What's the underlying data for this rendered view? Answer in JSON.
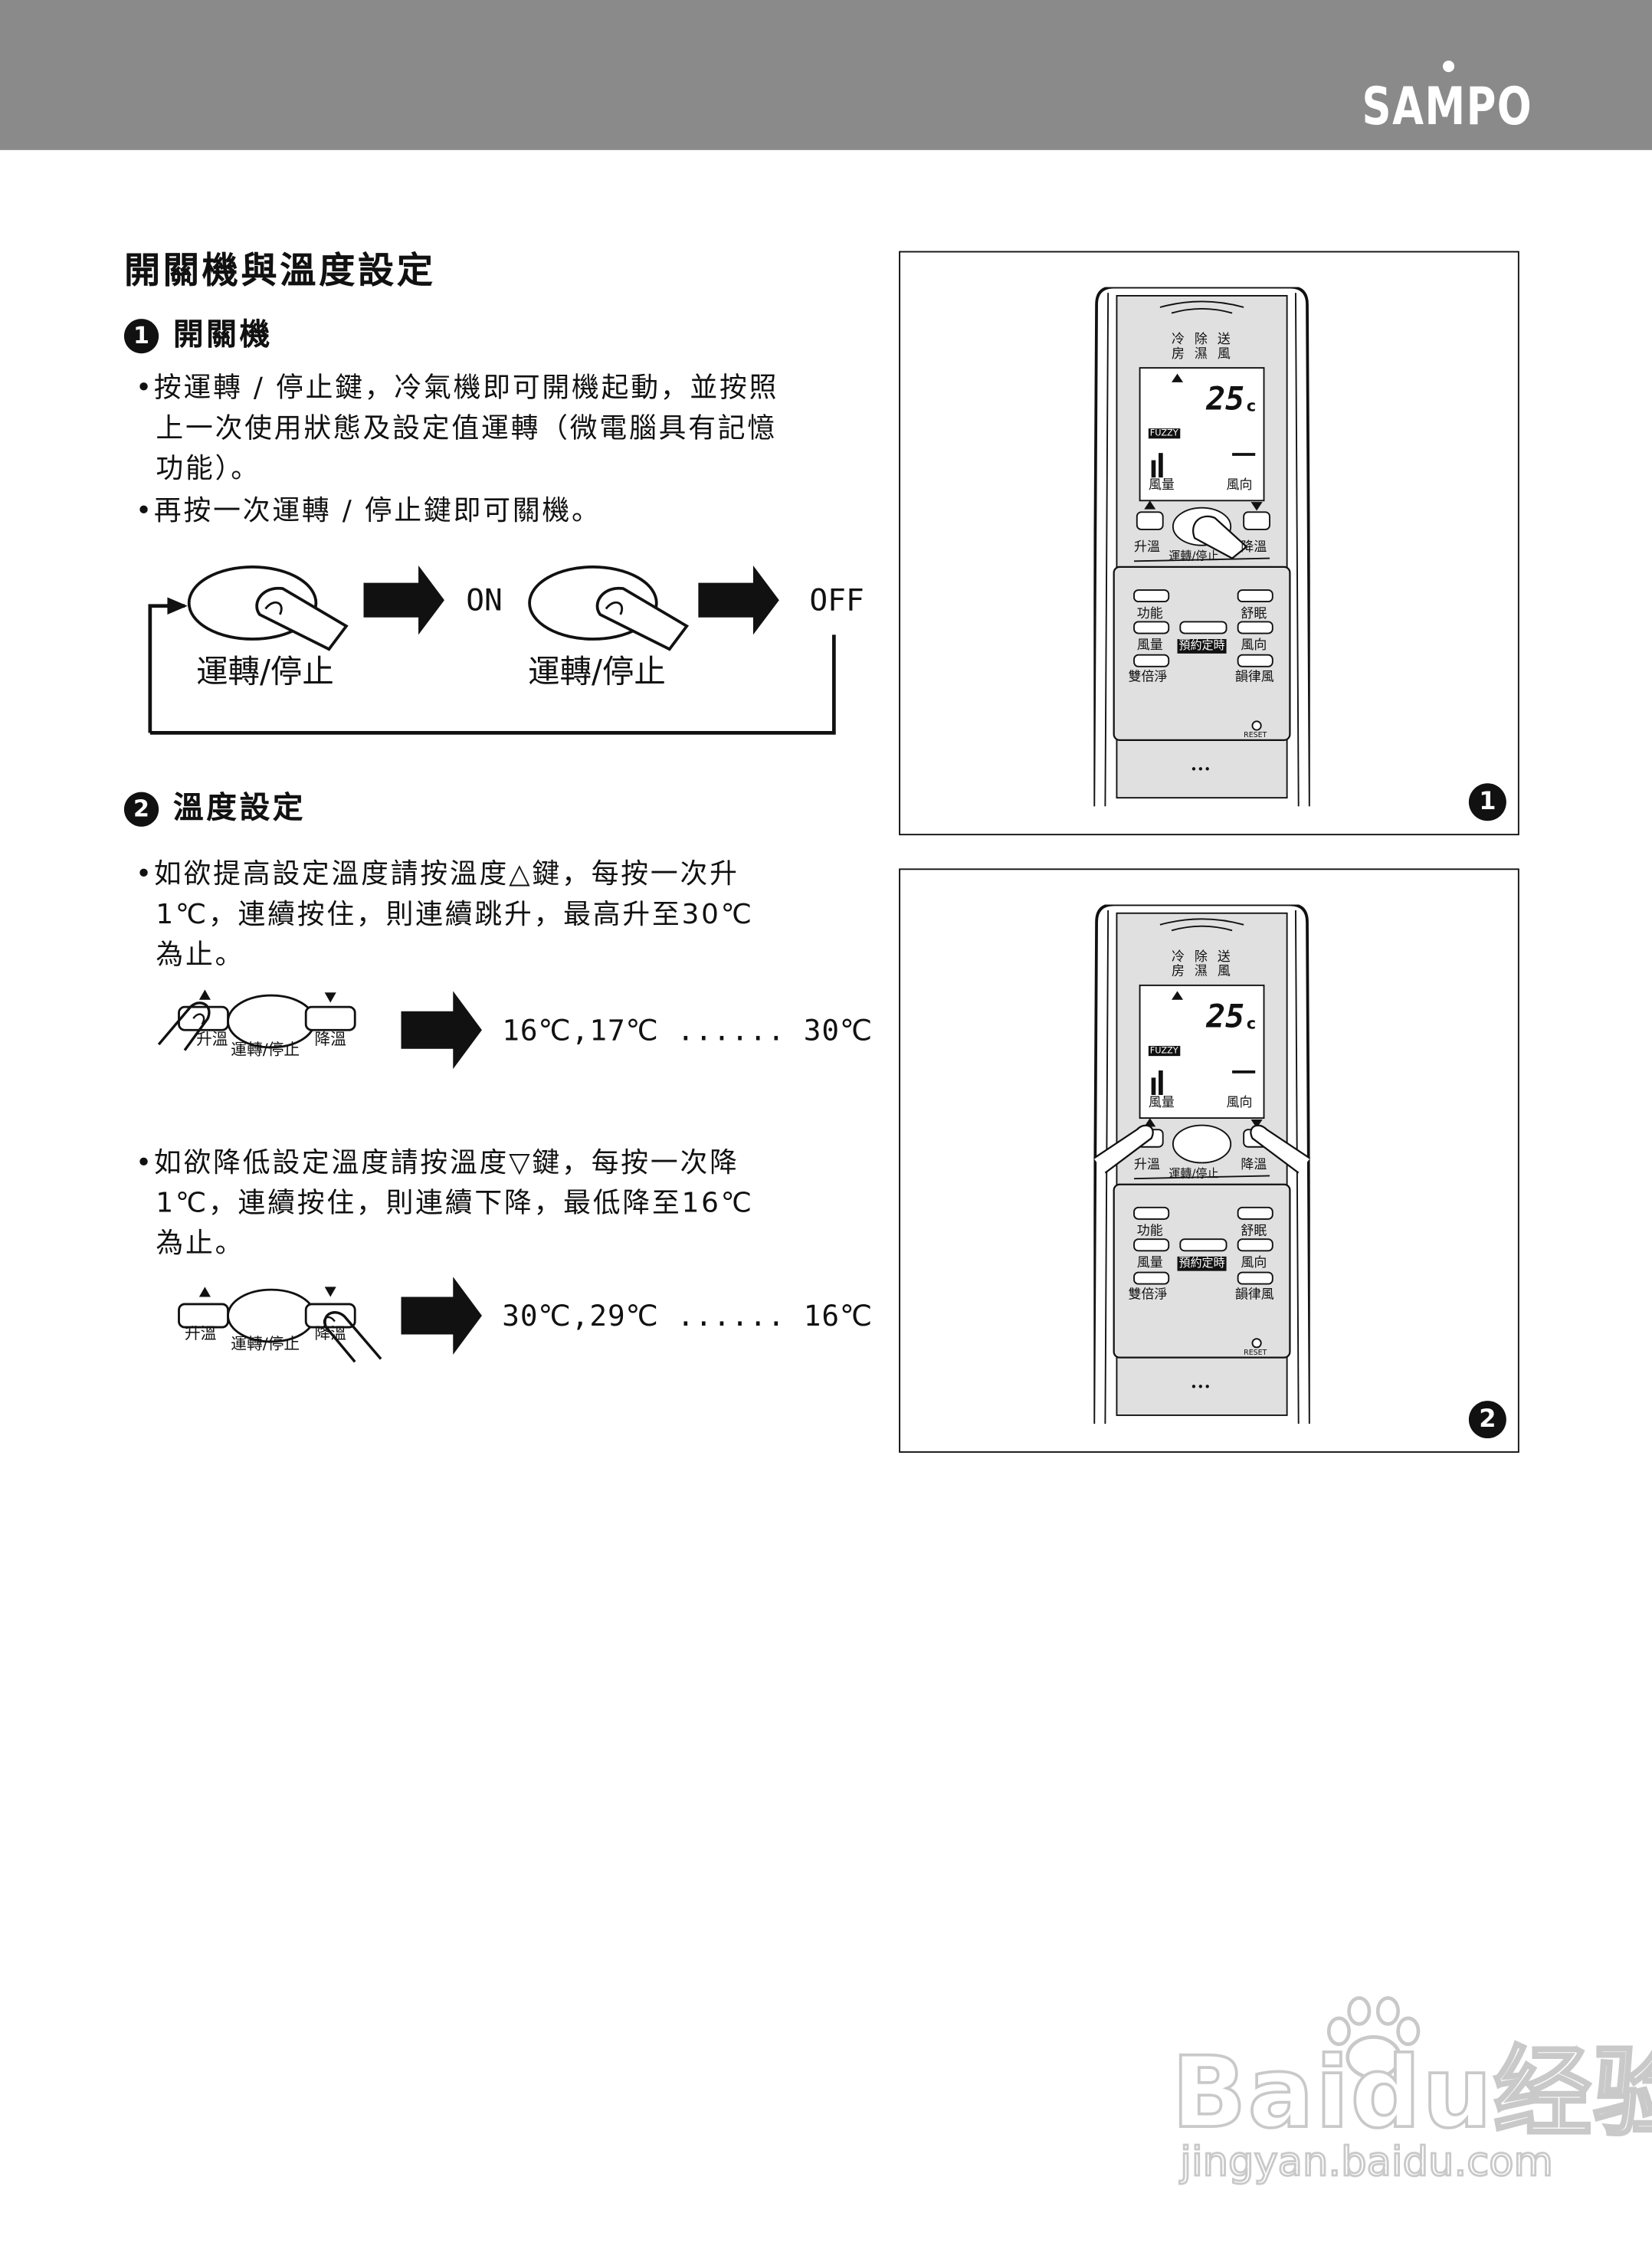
{
  "header": {
    "brand": "SAMPO"
  },
  "page_title": "開關機與溫度設定",
  "section1": {
    "number": "1",
    "heading": "開關機",
    "bullets": [
      [
        "•按運轉 / 停止鍵，冷氣機即可開機起動，並按照",
        "上一次使用狀態及設定值運轉（微電腦具有記憶",
        "功能）。"
      ],
      [
        "•再按一次運轉 / 停止鍵即可關機。"
      ]
    ],
    "on_label": "ON",
    "off_label": "OFF",
    "button_label": "運轉/停止"
  },
  "section2": {
    "number": "2",
    "heading": "溫度設定",
    "raise": {
      "lines": [
        "•如欲提高設定溫度請按溫度△鍵，每按一次升",
        "1℃，連續按住，則連續跳升，最高升至30℃",
        "為止。"
      ],
      "sequence": "16℃,17℃ ...... 30℃"
    },
    "lower": {
      "lines": [
        "•如欲降低設定溫度請按溫度▽鍵，每按一次降",
        "1℃，連續按住，則連續下降，最低降至16℃",
        "為止。"
      ],
      "sequence": "30℃,29℃ ...... 16℃"
    },
    "mini_buttons": {
      "up": "升溫",
      "power": "運轉/停止",
      "down": "降溫"
    }
  },
  "remote": {
    "modes": [
      "冷",
      "除",
      "送",
      "房",
      "濕",
      "風"
    ],
    "temperature": "25",
    "unit": "c",
    "fuzzy": "FUZZY",
    "fan_label": "風量",
    "direction_label": "風向",
    "up_label": "升溫",
    "down_label": "降溫",
    "power_label": "運轉/停止",
    "func_label": "功能",
    "sleep_label": "舒眠",
    "fan_btn": "風量",
    "timer": "預約定時",
    "dir_btn": "風向",
    "double_clean": "雙倍淨",
    "rhythm": "韻律風",
    "reset": "RESET",
    "dots": "•••"
  },
  "figures": [
    "1",
    "2"
  ],
  "watermark": {
    "brand": "Baidu经验",
    "url": "jingyan.baidu.com"
  }
}
